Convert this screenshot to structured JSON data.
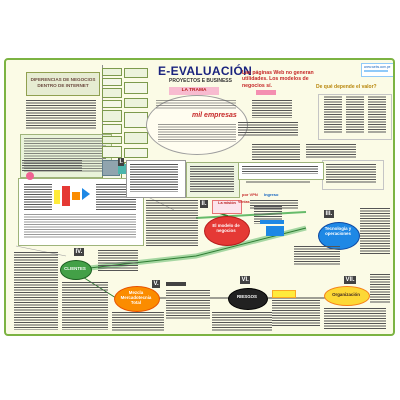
{
  "poster": {
    "title": "E-EVALUACIÓN",
    "subtitle": "PROYECTOS E BUSINESS",
    "trama": "LA TRAMA",
    "trama_highlight": "mil empresas",
    "differences": "DIFERENCIAS DE NEGOCIOS DENTRO DE INTERNET",
    "headline": "Las páginas Web no generan utilidades. Los modelos de negocios sí.",
    "question": "De qué depende el valor?",
    "logo": "www.webs.com.pe",
    "value_note_1": "por VPN",
    "value_note_2": "Ingreso",
    "value_note_3": "Ventas"
  },
  "sections": [
    {
      "numeral": "I.",
      "label": ""
    },
    {
      "numeral": "II.",
      "label": "El modelo de negocios",
      "tag": "La misión"
    },
    {
      "numeral": "III.",
      "label": "Tecnología y operaciones"
    },
    {
      "numeral": "IV.",
      "label": "CLIENTES"
    },
    {
      "numeral": "V.",
      "label": "Mezcla Mercadotecnia Total"
    },
    {
      "numeral": "VI.",
      "label": "RIESGOS"
    },
    {
      "numeral": "VII.",
      "label": "Organización"
    }
  ],
  "colors": {
    "border": "#7cb342",
    "title": "#1a237e",
    "headline": "#c62828",
    "question": "#b8860b",
    "node_red": "#e53935",
    "node_blue": "#1e88e5",
    "node_green": "#43a047",
    "node_orange": "#fb8c00",
    "node_black": "#212121",
    "node_yellow": "#fdd835",
    "arrow": "#43a047"
  }
}
